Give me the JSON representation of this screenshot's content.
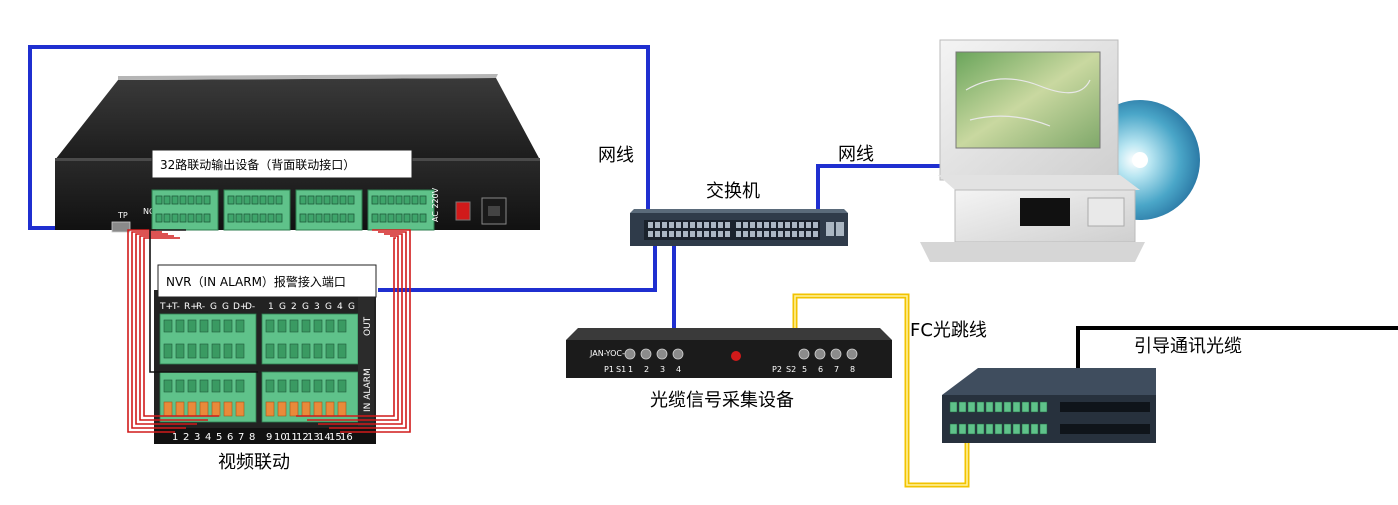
{
  "labels": {
    "relay_device": "32路联动输出设备（背面联动接口）",
    "nvr_port": "NVR（IN ALARM）报警接入端口",
    "video_linkage": "视频联动",
    "network_cable_1": "网线",
    "network_cable_2": "网线",
    "switch": "交换机",
    "fiber_collector": "光缆信号采集设备",
    "fc_jumper": "FC光跳线",
    "guide_fiber": "引导通讯光缆"
  },
  "nvr_panel": {
    "header_left": [
      "T+",
      "T-",
      "R+",
      "R-",
      "G",
      "G",
      "D+",
      "D-"
    ],
    "header_right": [
      "1",
      "G",
      "2",
      "G",
      "3",
      "G",
      "4",
      "G"
    ],
    "side_label": "IN ALARM",
    "out_label": "OUT",
    "pins_left": [
      "1",
      "2",
      "3",
      "4",
      "5",
      "6",
      "7",
      "8"
    ],
    "pins_right": [
      "9",
      "10",
      "11",
      "12",
      "13",
      "14",
      "15",
      "16"
    ]
  },
  "relay_panel": {
    "tp_label": "TP",
    "no_label": "NO",
    "ac_label": "AC 220V"
  },
  "collector_panel": {
    "model": "JAN-YOC-02",
    "port_labels": [
      "P1",
      "S1",
      "1",
      "2",
      "3",
      "4",
      "P2",
      "S2",
      "5",
      "6",
      "7",
      "8"
    ]
  },
  "colors": {
    "network_line": "#1f2fd0",
    "relay_wire": "#d11a1a",
    "fc_jumper": "#f2c300",
    "guide_fiber": "#000000",
    "terminal_green": "#5fc28a"
  }
}
